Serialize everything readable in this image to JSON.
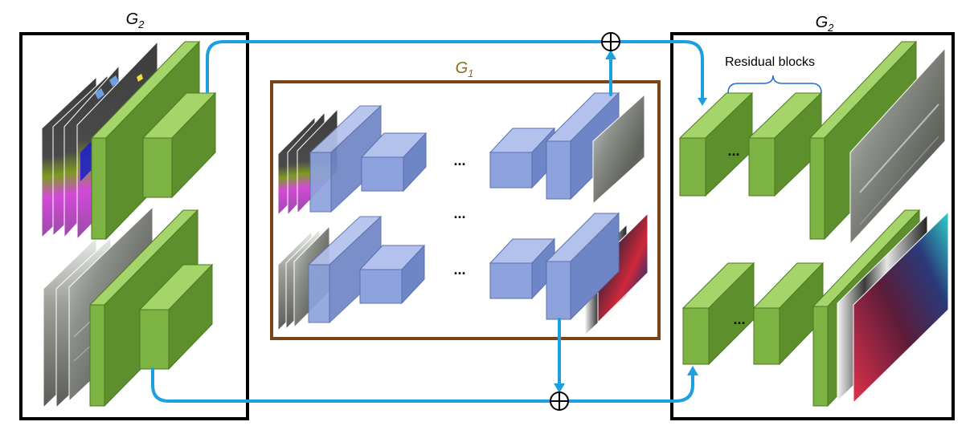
{
  "labels": {
    "g2_left": "G",
    "g2_left_sub": "2",
    "g2_right": "G",
    "g2_right_sub": "2",
    "g1": "G",
    "g1_sub": "1",
    "residual_blocks": "Residual blocks",
    "ellipsis": "..."
  },
  "colors": {
    "frame": "#000000",
    "g1_frame": "#7a4318",
    "g1_text": "#8a6b1f",
    "green_front": "#7cb342",
    "green_top": "#a5d46a",
    "green_side": "#5d8f2c",
    "blue_front": "#8ea3de",
    "blue_top": "#b3c2ec",
    "blue_side": "#6f86c6",
    "arrow": "#1ea0e0",
    "brace": "#1f6fd1"
  },
  "icons": [
    "plus-circle-icon",
    "arrow-head-icon"
  ]
}
